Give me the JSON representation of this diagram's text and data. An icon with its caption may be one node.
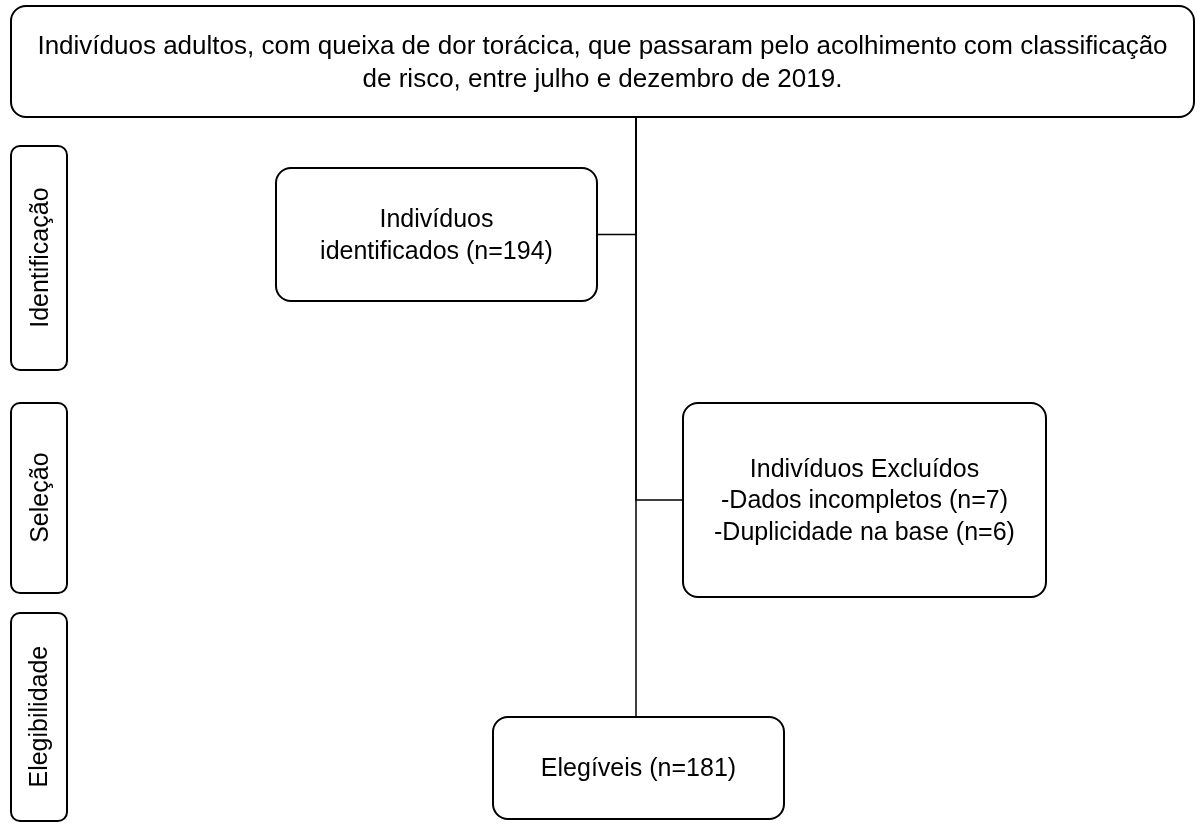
{
  "diagram": {
    "nodes": [
      {
        "text": [
          "Indivíduos adultos, com queixa de dor torácica, que passaram pelo acolhimento com classificação de risco, entre julho e dezembro de 2019."
        ]
      },
      {
        "text": [
          "Identificação"
        ]
      },
      {
        "text": [
          "Indivíduos identificados (n=194)"
        ]
      },
      {
        "text": [
          "Seleção"
        ]
      },
      {
        "text": [
          "Indivíduos Excluídos",
          "-Dados incompletos (n=7)",
          "-Duplicidade na base (n=6)"
        ]
      },
      {
        "text": [
          "Elegibilidade"
        ]
      },
      {
        "text": [
          "Elegíveis (n=181)"
        ]
      }
    ],
    "edges": [
      {
        "from": 0,
        "to": 2,
        "arrow": "none"
      },
      {
        "from": 0,
        "to": 4,
        "arrow": "none"
      },
      {
        "from": 0,
        "to": 6,
        "arrow": "none"
      }
    ]
  }
}
